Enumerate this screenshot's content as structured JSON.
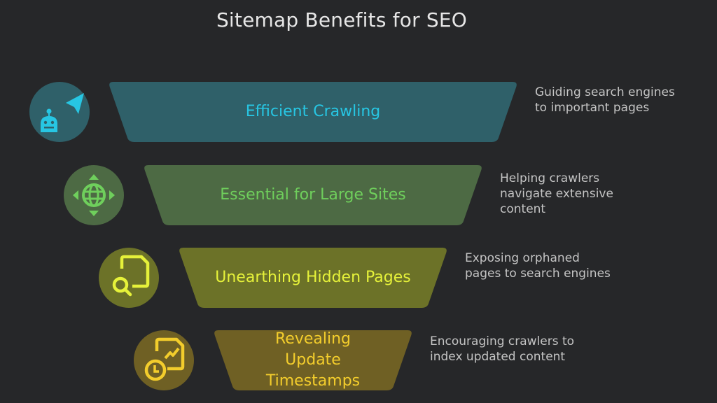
{
  "title": "Sitemap Benefits for SEO",
  "colors": {
    "background": "#262729",
    "teal_band": "#2f6069",
    "teal_text": "#27c6e3",
    "green_band": "#4d6a44",
    "green_text": "#6fcf5c",
    "olive_band": "#6c7228",
    "olive_text": "#e6f23a",
    "gold_band": "#6f6024",
    "gold_text": "#f3cd2c"
  },
  "steps": [
    {
      "label": "Efficient Crawling",
      "icon": "robot-navigation-icon",
      "description": "Guiding search engines\nto important pages"
    },
    {
      "label": "Essential for Large Sites",
      "icon": "globe-arrows-icon",
      "description": "Helping crawlers\nnavigate extensive\ncontent"
    },
    {
      "label": "Unearthing Hidden Pages",
      "icon": "document-search-icon",
      "description": "Exposing orphaned\npages to search engines"
    },
    {
      "label": "Revealing Update Timestamps",
      "icon": "document-clock-icon",
      "description": "Encouraging crawlers to\nindex updated content"
    }
  ]
}
